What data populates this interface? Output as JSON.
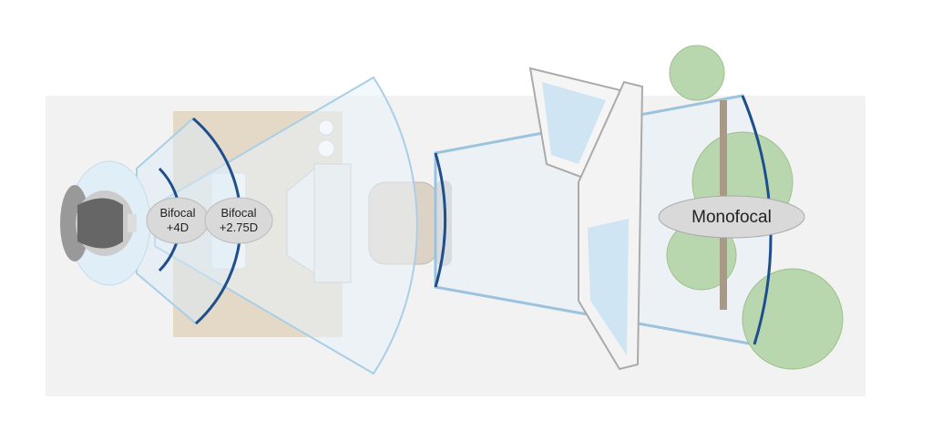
{
  "labels": {
    "near": {
      "line1": "Bifocal",
      "line2": "+4D"
    },
    "intermediate": {
      "line1": "Bifocal",
      "line2": "+2.75D"
    },
    "far": {
      "text": "Monofocal"
    }
  },
  "colors": {
    "arc": "#1f4e8c",
    "cone": "#a9cfe6",
    "desk": "#e3d9c6",
    "background": "#f0f0f0"
  }
}
